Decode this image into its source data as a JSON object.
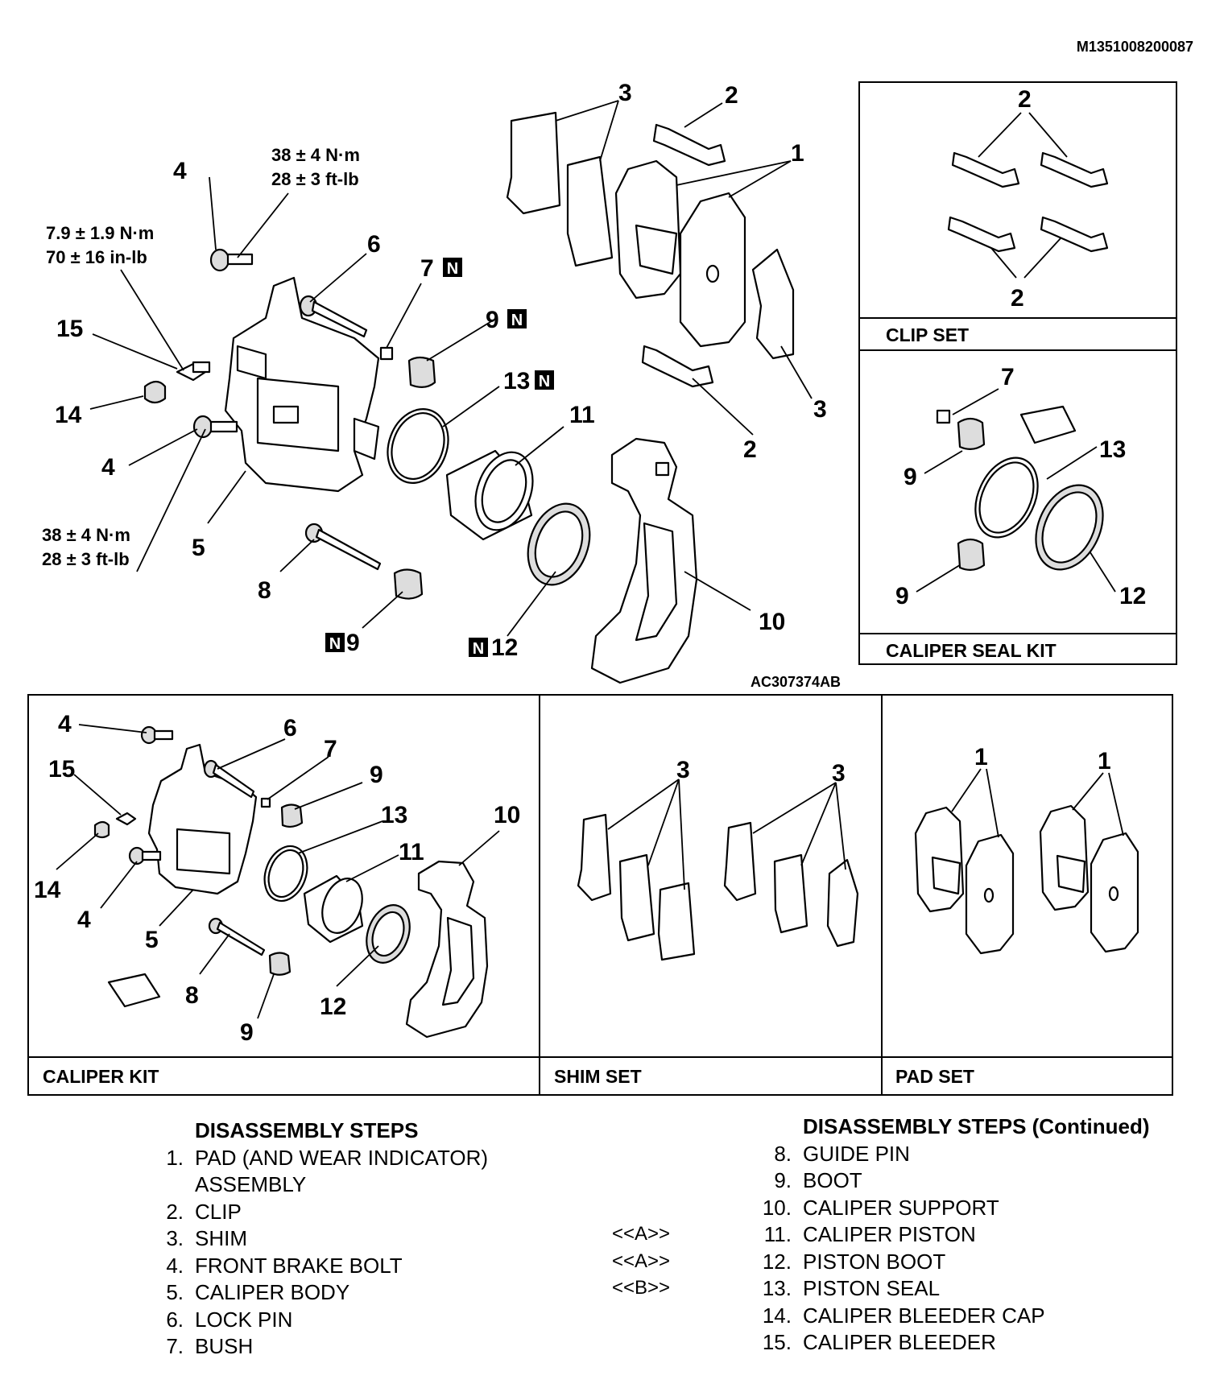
{
  "document_code": "M1351008200087",
  "figure_code": "AC307374AB",
  "callouts": {
    "c1": "1",
    "c2": "2",
    "c3": "3",
    "c4": "4",
    "c5": "5",
    "c6": "6",
    "c7": "7",
    "c8": "8",
    "c9": "9",
    "c10": "10",
    "c11": "11",
    "c12": "12",
    "c13": "13",
    "c14": "14",
    "c15": "15",
    "n": "N"
  },
  "torque_specs": {
    "bolt_upper_nm": "38 ± 4 N·m",
    "bolt_upper_ftlb": "28 ± 3 ft-lb",
    "bleeder_nm": "7.9 ± 1.9 N·m",
    "bleeder_inlb": "70 ± 16 in-lb",
    "bolt_lower_nm": "38 ± 4 N·m",
    "bolt_lower_ftlb": "28 ± 3 ft-lb"
  },
  "kits": {
    "clip_set": "CLIP SET",
    "caliper_seal_kit": "CALIPER SEAL KIT",
    "caliper_kit": "CALIPER KIT",
    "shim_set": "SHIM SET",
    "pad_set": "PAD SET"
  },
  "steps": {
    "heading": "DISASSEMBLY STEPS",
    "heading_continued": "DISASSEMBLY STEPS (Continued)",
    "left": [
      {
        "num": "1.",
        "text": "PAD (AND WEAR INDICATOR)"
      },
      {
        "num": "",
        "text": "ASSEMBLY"
      },
      {
        "num": "2.",
        "text": "CLIP"
      },
      {
        "num": "3.",
        "text": "SHIM"
      },
      {
        "num": "4.",
        "text": "FRONT BRAKE BOLT"
      },
      {
        "num": "5.",
        "text": "CALIPER BODY"
      },
      {
        "num": "6.",
        "text": "LOCK PIN"
      },
      {
        "num": "7.",
        "text": "BUSH"
      }
    ],
    "right": [
      {
        "num": "8.",
        "text": "GUIDE PIN"
      },
      {
        "num": "9.",
        "text": "BOOT"
      },
      {
        "num": "10.",
        "text": "CALIPER SUPPORT"
      },
      {
        "num": "11.",
        "text": "CALIPER PISTON"
      },
      {
        "num": "12.",
        "text": "PISTON BOOT"
      },
      {
        "num": "13.",
        "text": "PISTON SEAL"
      },
      {
        "num": "14.",
        "text": "CALIPER BLEEDER CAP"
      },
      {
        "num": "15.",
        "text": "CALIPER BLEEDER"
      }
    ],
    "service_tags": [
      "<<A>>",
      "<<A>>",
      "<<B>>"
    ]
  }
}
